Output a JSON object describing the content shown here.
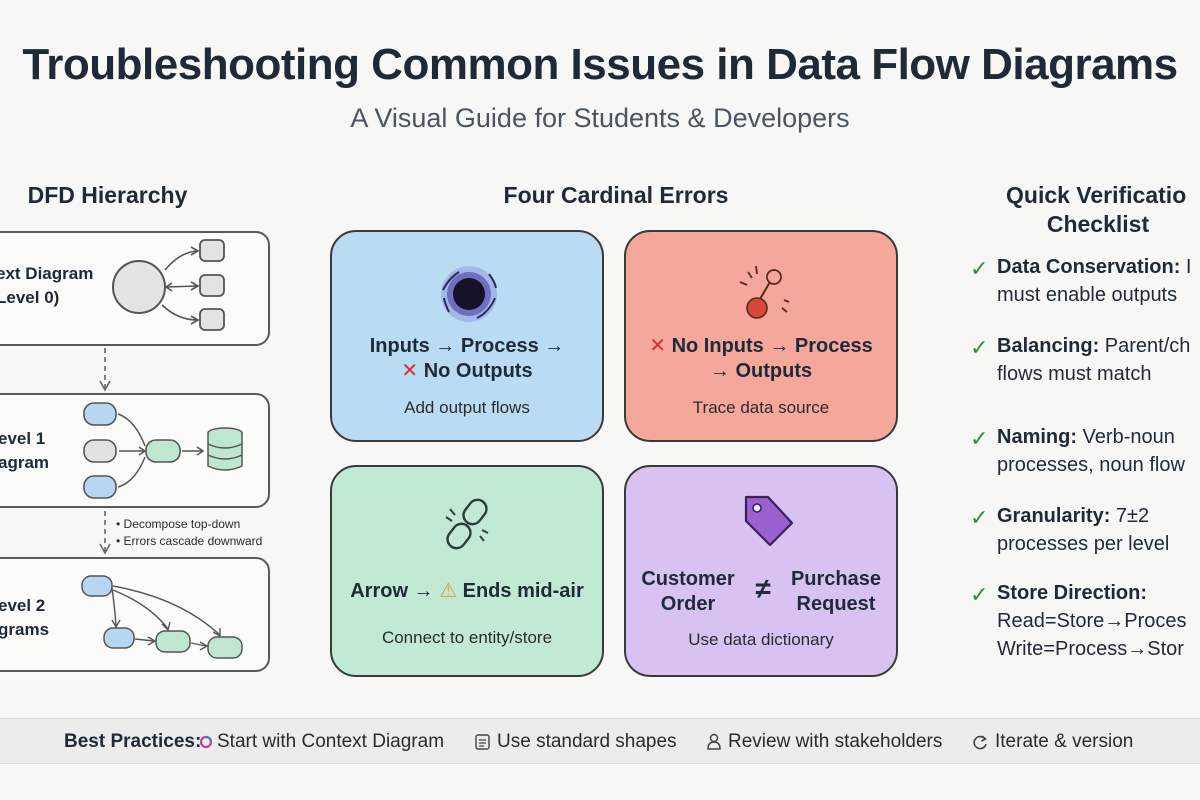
{
  "header": {
    "title": "Troubleshooting Common Issues in Data Flow Diagrams",
    "subtitle": "A Visual Guide for Students & Developers"
  },
  "hierarchy": {
    "heading": "DFD Hierarchy",
    "levels": [
      {
        "label_line1": "ext Diagram",
        "label_line2": "Level 0)"
      },
      {
        "label_line1": "evel 1",
        "label_line2": "agram"
      },
      {
        "label_line1": "evel 2",
        "label_line2": "grams"
      }
    ],
    "notes": [
      "• Decompose top-down",
      "• Errors cascade downward"
    ]
  },
  "errors": {
    "heading": "Four Cardinal Errors",
    "cards": [
      {
        "icon": "black-hole-icon",
        "color": "#b9dcf4",
        "line1": "Inputs → Process →",
        "line2_mark": "✕",
        "line2": "No Outputs",
        "fix": "Add output flows"
      },
      {
        "icon": "miracle-spark-icon",
        "color": "#f5a79c",
        "line1_mark": "✕",
        "line1": "No Inputs → Process",
        "line2": "→ Outputs",
        "fix": "Trace data source"
      },
      {
        "icon": "broken-link-icon",
        "color": "#c2e9d4",
        "line1_a": "Arrow →",
        "line1_warn": "⚠",
        "line1_b": "Ends mid-air",
        "fix": "Connect to entity/store"
      },
      {
        "icon": "tag-icon",
        "color": "#d7c2f2",
        "left_a": "Customer",
        "left_b": "Order",
        "neq": "≠",
        "right_a": "Purchase",
        "right_b": "Request",
        "fix": "Use data dictionary"
      }
    ]
  },
  "checklist": {
    "heading_line1": "Quick Verificatio",
    "heading_line2": "Checklist",
    "check_symbol": "✓",
    "items": [
      {
        "term": "Data Conservation:",
        "rest": " I",
        "line2": "must enable outputs"
      },
      {
        "term": "Balancing:",
        "rest": " Parent/ch",
        "line2": "flows must match"
      },
      {
        "term": "Naming:",
        "rest": " Verb-noun",
        "line2": "processes, noun flow"
      },
      {
        "term": "Granularity:",
        "rest": " 7±2",
        "line2": "processes per level"
      },
      {
        "term": "Store Direction:",
        "rest": "",
        "line2": "Read=Store→Proces",
        "line3": "Write=Process→Stor"
      }
    ]
  },
  "footer": {
    "lead": "Best Practices:",
    "items": [
      {
        "icon": "cycle-circle-icon",
        "label": "Start with Context Diagram"
      },
      {
        "icon": "document-icon",
        "label": "Use standard shapes"
      },
      {
        "icon": "people-icon",
        "label": "Review with stakeholders"
      },
      {
        "icon": "iterate-icon",
        "label": "Iterate & version"
      }
    ]
  }
}
